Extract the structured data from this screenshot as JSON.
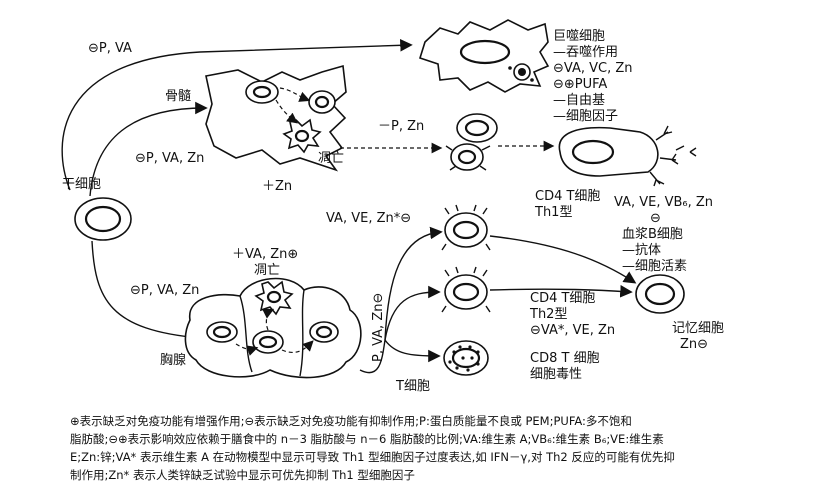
{
  "labels": {
    "arrow_top": "⊖P, VA",
    "bone_marrow": "骨髓",
    "apoptosis_bm": "凋亡",
    "minus_p_zn": "－P, Zn",
    "arrow_bm": "⊖P, VA, Zn",
    "plus_zn": "＋Zn",
    "stem_cell": "干细胞",
    "arrow_thymus": "⊖P, VA, Zn",
    "thymus_plus": "＋VA, Zn⊕",
    "apoptosis_thymus": "凋亡",
    "thymus": "胸腺",
    "t_cell": "T细胞",
    "p_va_zn_vertical": "P, VA, Zn⊖",
    "va_ve_zn": "VA, VE, Zn*⊖"
  },
  "macrophage": {
    "title": "巨噬细胞",
    "lines": [
      "—吞噬作用",
      "⊖VA, VC, Zn",
      "⊖⊕PUFA",
      "—自由基",
      "—细胞因子"
    ]
  },
  "th1": {
    "lines": [
      "CD4 T细胞",
      "Th1型"
    ]
  },
  "b_cell": {
    "lines": [
      "VA, VE, VB₆, Zn",
      "⊖",
      "血浆B细胞",
      "—抗体",
      "—细胞活素"
    ]
  },
  "th2": {
    "lines": [
      "CD4 T细胞",
      "Th2型",
      "⊖VA*, VE, Zn"
    ]
  },
  "memory": {
    "lines": [
      "记忆细胞",
      "Zn⊖"
    ]
  },
  "cd8": {
    "lines": [
      "CD8 T 细胞",
      "细胞毒性"
    ]
  },
  "caption": {
    "lines": [
      "⊕表示缺乏对免疫功能有增强作用;⊖表示缺乏对免疫功能有抑制作用;P:蛋白质能量不良或 PEM;PUFA:多不饱和",
      "脂肪酸;⊖⊕表示影响效应依赖于膳食中的 n－3 脂肪酸与 n－6 脂肪酸的比例;VA:维生素 A;VB₆:维生素 B₆;VE:维生素",
      "E;Zn:锌;VA* 表示维生素 A 在动物模型中显示可导致 Th1 型细胞因子过度表达,如 IFN－γ,对 Th2 反应的可能有优先抑",
      "制作用;Zn* 表示人类锌缺乏试验中显示可优先抑制 Th1 型细胞因子"
    ]
  }
}
